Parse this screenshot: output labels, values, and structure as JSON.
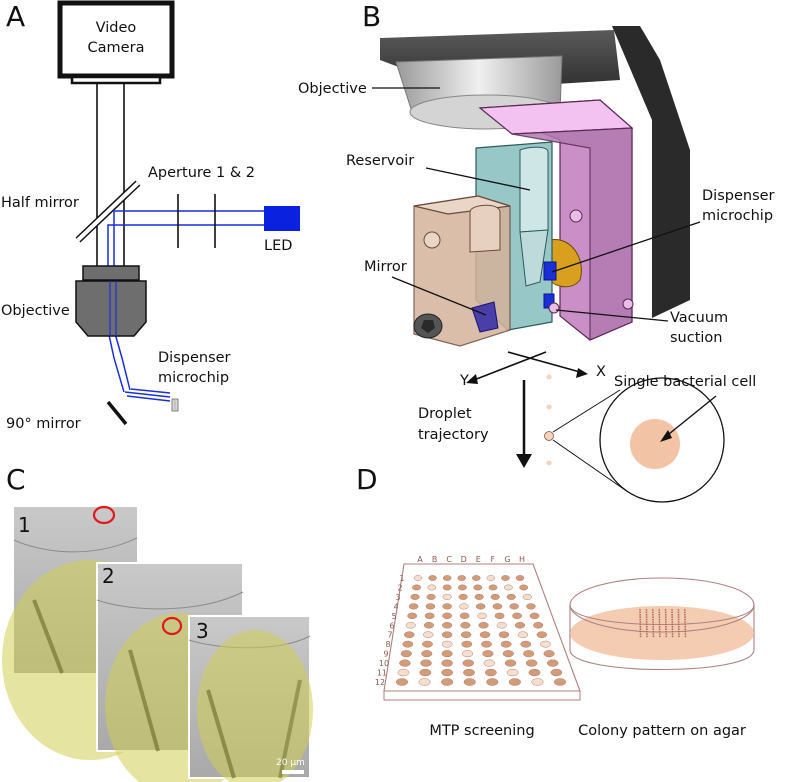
{
  "panels": {
    "a": {
      "letter": "A",
      "camera": [
        "Video",
        "Camera"
      ],
      "aperture": "Aperture 1 & 2",
      "half_mirror": "Half mirror",
      "led": "LED",
      "objective": "Objective",
      "dispenser": [
        "Dispenser",
        "microchip"
      ],
      "mirror90": "90° mirror"
    },
    "b": {
      "letter": "B",
      "objective": "Objective",
      "reservoir": "Reservoir",
      "dispenser": [
        "Dispenser",
        "microchip"
      ],
      "mirror": "Mirror",
      "vacuum": [
        "Vacuum",
        "suction"
      ],
      "axis_y": "Y",
      "axis_x": "X",
      "droplet": [
        "Droplet",
        "trajectory"
      ],
      "single_cell": "Single bacterial cell"
    },
    "c": {
      "letter": "C",
      "frames": [
        "1",
        "2",
        "3"
      ],
      "scale_bar": "20 µm"
    },
    "d": {
      "letter": "D",
      "plate_columns": [
        "A",
        "B",
        "C",
        "D",
        "E",
        "F",
        "G",
        "H"
      ],
      "plate_rows": [
        "1",
        "2",
        "3",
        "4",
        "5",
        "6",
        "7",
        "8",
        "9",
        "10",
        "11",
        "12"
      ],
      "mtp_caption": "MTP screening",
      "agar_caption": "Colony pattern on agar"
    }
  },
  "colors": {
    "beam": "#1a2fd6",
    "led": "#0a22e0",
    "objective_gray": "#6e6e6e",
    "highlight_circle": "#e0191e",
    "cell_fill": "#f2c3a4",
    "droplet_fill": "#f5d2bb",
    "plate_edge": "#b08080"
  }
}
